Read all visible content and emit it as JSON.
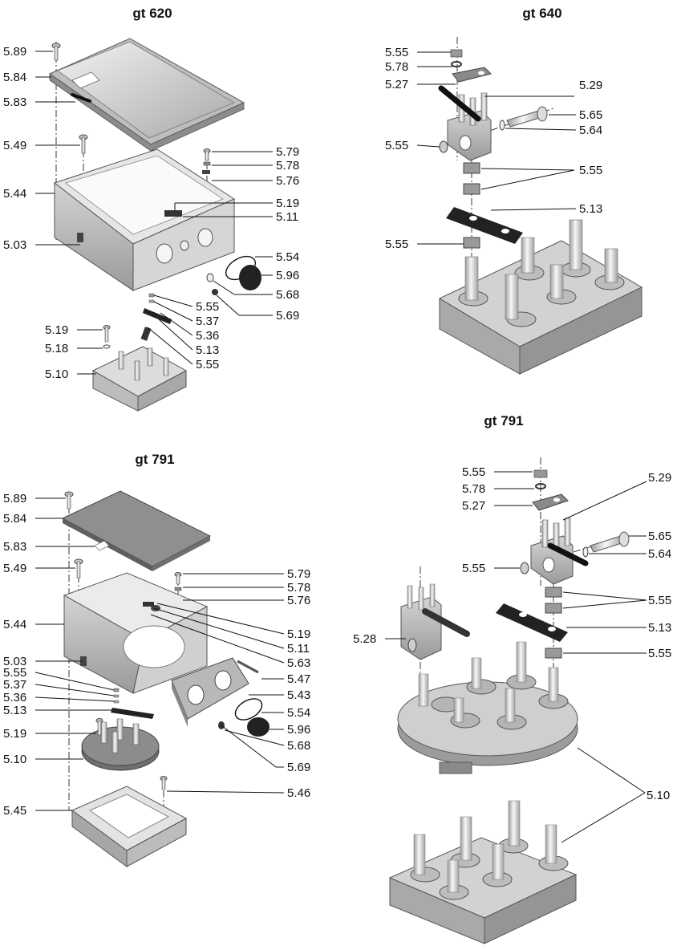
{
  "panels": {
    "top_left": {
      "title": "gt 620",
      "labels": [
        "5.89",
        "5.84",
        "5.83",
        "5.49",
        "5.44",
        "5.03",
        "5.79",
        "5.78",
        "5.76",
        "5.19",
        "5.11",
        "5.54",
        "5.96",
        "5.68",
        "5.69",
        "5.55",
        "5.37",
        "5.36",
        "5.13",
        "5.55",
        "5.19",
        "5.18",
        "5.10"
      ]
    },
    "top_right": {
      "title": "gt 640",
      "labels": [
        "5.55",
        "5.78",
        "5.27",
        "5.29",
        "5.65",
        "5.64",
        "5.55",
        "5.55",
        "5.13",
        "5.55"
      ]
    },
    "bottom_left": {
      "title": "gt 791",
      "labels": [
        "5.89",
        "5.84",
        "5.83",
        "5.49",
        "5.79",
        "5.78",
        "5.76",
        "5.44",
        "5.19",
        "5.11",
        "5.63",
        "5.03",
        "5.55",
        "5.37",
        "5.36",
        "5.13",
        "5.47",
        "5.43",
        "5.54",
        "5.96",
        "5.19",
        "5.68",
        "5.10",
        "5.69",
        "5.46",
        "5.45"
      ]
    },
    "bottom_right": {
      "title": "gt 791",
      "labels": [
        "5.55",
        "5.78",
        "5.27",
        "5.29",
        "5.65",
        "5.64",
        "5.55",
        "5.55",
        "5.28",
        "5.13",
        "5.55",
        "5.10"
      ]
    }
  }
}
